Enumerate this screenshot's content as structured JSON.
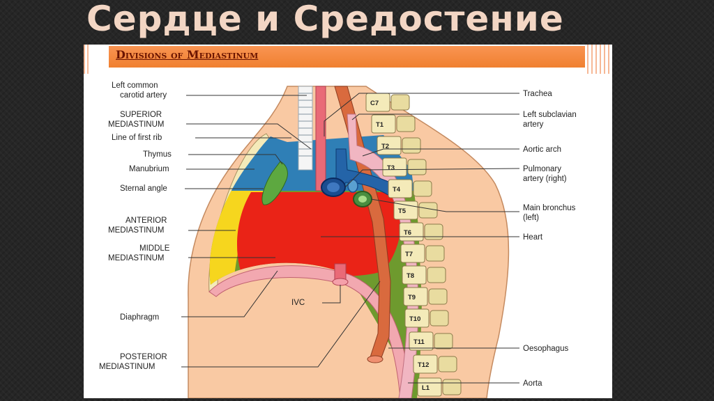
{
  "slide": {
    "title": "Сердце и Средостение"
  },
  "figure": {
    "banner": "Divisions of Mediastinum",
    "left_labels": [
      [
        "Left common",
        "carotid artery"
      ],
      [
        "SUPERIOR",
        "MEDIASTINUM"
      ],
      [
        "Line of first rib"
      ],
      [
        "Thymus"
      ],
      [
        "Manubrium"
      ],
      [
        "Sternal angle"
      ],
      [
        "ANTERIOR",
        "MEDIASTINUM"
      ],
      [
        "MIDDLE",
        "MEDIASTINUM"
      ],
      [
        "Diaphragm"
      ],
      [
        "POSTERIOR",
        "MEDIASTINUM"
      ]
    ],
    "ivc_label": "IVC",
    "right_labels": [
      [
        "Trachea"
      ],
      [
        "Left subclavian",
        "artery"
      ],
      [
        "Aortic arch"
      ],
      [
        "Pulmonary",
        "artery (right)"
      ],
      [
        "Main bronchus",
        "(left)"
      ],
      [
        "Heart"
      ],
      [
        "Oesophagus"
      ],
      [
        "Aorta"
      ]
    ],
    "vertebrae": [
      "C7",
      "T1",
      "T2",
      "T3",
      "T4",
      "T5",
      "T6",
      "T7",
      "T8",
      "T9",
      "T10",
      "T11",
      "T12",
      "L1"
    ]
  }
}
